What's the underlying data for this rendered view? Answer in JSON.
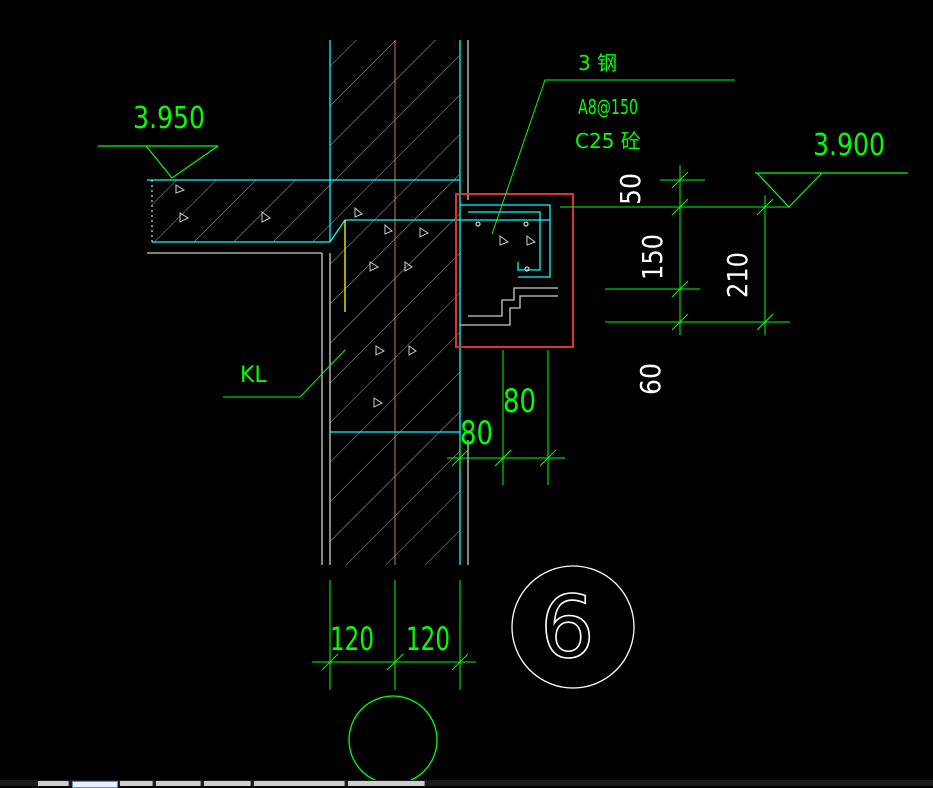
{
  "drawing": {
    "elev_left": "3.950",
    "elev_right": "3.900",
    "note_line1": "3 钢",
    "note_line2": "A8@150",
    "note_line3": "C25 砼",
    "beam_label": "KL",
    "dim_50": "50",
    "dim_150": "150",
    "dim_210": "210",
    "dim_60": "60",
    "dim_80a": "80",
    "dim_80b": "80",
    "dim_120a": "120",
    "dim_120b": "120",
    "detail_number": "6"
  },
  "colors": {
    "background": "#000000",
    "dimension": "#00ff00",
    "outline": "#00ffff",
    "hatch": "#cccccc",
    "highlight": "#e03030",
    "centerline": "#c08050",
    "yellow": "#ffff00",
    "white": "#ffffff"
  },
  "statusbar": {
    "tabs": [
      "",
      "",
      "",
      "",
      "",
      "",
      "",
      ""
    ]
  }
}
